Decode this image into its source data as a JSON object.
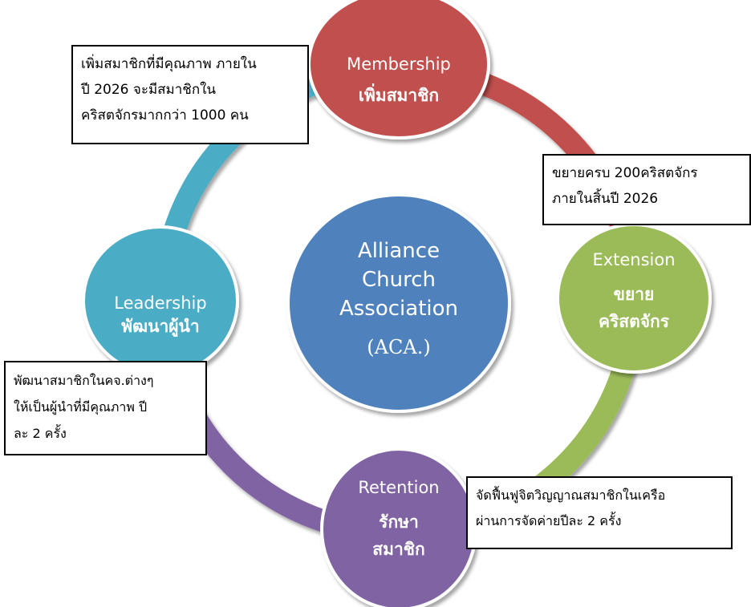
{
  "center": {
    "line1": "Alliance",
    "line2": "Church",
    "line3": "Association",
    "line4": "(ACA.)"
  },
  "nodes": {
    "membership": {
      "en": "Membership",
      "th": "เพิ่มสมาชิก"
    },
    "extension": {
      "en": "Extension",
      "th1": "ขยาย",
      "th2": "คริสตจักร"
    },
    "retention": {
      "en": "Retention",
      "th1": "รักษา",
      "th2": "สมาชิก"
    },
    "leadership": {
      "en": "Leadership",
      "th": "พัฒนาผู้นำ"
    }
  },
  "notes": {
    "membership": [
      "เพิ่มสมาชิกที่มีคุณภาพ ภายใน",
      "ปี 2026 จะมีสมาชิกใน",
      "คริสตจักรมากกว่า 1000 คน"
    ],
    "extension": [
      "ขยายครบ  200คริสตจักร",
      "ภายในสิ้นปี 2026"
    ],
    "leadership": [
      "พัฒนาสมาชิกในคจ.ต่างๆ",
      "ให้เป็นผู้นำที่มีคุณภาพ ปี",
      "ละ 2 ครั้ง"
    ],
    "retention": [
      "จัดฟื้นฟูจิตวิญญาณสมาชิกในเครือ",
      "ผ่านการจัดค่ายปีละ 2 ครั้ง"
    ]
  },
  "colors": {
    "membership": "#C0504D",
    "extension": "#9BBB59",
    "retention": "#8064A2",
    "leadership": "#4BACC6",
    "center": "#4F81BD"
  }
}
